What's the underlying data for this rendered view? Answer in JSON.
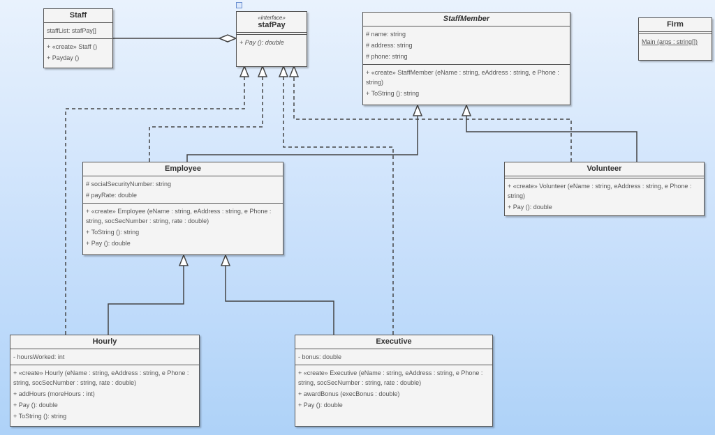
{
  "staff": {
    "name": "Staff",
    "attributes": [
      "staffList: stafPay[]"
    ],
    "operations": [
      "+ «create» Staff ()",
      "+ Payday ()"
    ]
  },
  "stafpay": {
    "stereotype": "«interface»",
    "name": "stafPay",
    "operations": [
      "+ Pay (): double"
    ]
  },
  "staffmember": {
    "name": "StaffMember",
    "attributes": [
      "# name: string",
      "# address: string",
      "# phone: string"
    ],
    "operations": [
      "+ «create» StaffMember (eName : string, eAddress : string, e Phone : string)",
      "+ ToString (): string"
    ]
  },
  "firm": {
    "name": "Firm",
    "operations": [
      "Main (args : string[])"
    ]
  },
  "employee": {
    "name": "Employee",
    "attributes": [
      "# socialSecurityNumber: string",
      "# payRate: double"
    ],
    "operations": [
      "+ «create» Employee (eName : string, eAddress : string, e Phone : string, socSecNumber : string, rate : double)",
      "+ ToString (): string",
      "+ Pay (): double"
    ]
  },
  "volunteer": {
    "name": "Volunteer",
    "operations": [
      "+ «create» Volunteer (eName : string, eAddress : string, e Phone : string)",
      "+ Pay (): double"
    ]
  },
  "hourly": {
    "name": "Hourly",
    "attributes": [
      "- hoursWorked: int"
    ],
    "operations": [
      "+ «create» Hourly (eName : string, eAddress : string, e Phone : string, socSecNumber : string, rate : double)",
      "+ addHours (moreHours : int)",
      "+ Pay (): double",
      "+ ToString (): string"
    ]
  },
  "executive": {
    "name": "Executive",
    "attributes": [
      "- bonus: double"
    ],
    "operations": [
      "+ «create» Executive (eName : string, eAddress : string, e Phone : string, socSecNumber : string, rate : double)",
      "+ awardBonus (execBonus : double)",
      "+ Pay (): double"
    ]
  },
  "colors": {
    "line": "#444444",
    "box_fill": "#f4f4f4",
    "border": "#555555"
  }
}
